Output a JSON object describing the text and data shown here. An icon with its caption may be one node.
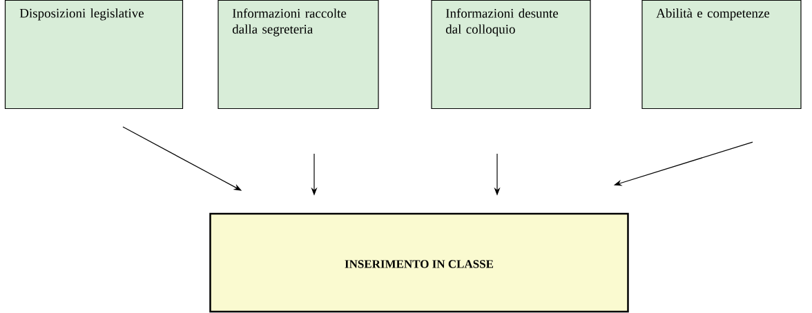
{
  "diagram": {
    "nodes": [
      {
        "text": [
          "Disposizioni legislative"
        ]
      },
      {
        "text": [
          "Informazioni raccolte dalla segreteria"
        ]
      },
      {
        "text": [
          "Informazioni desunte dal colloquio"
        ]
      },
      {
        "text": [
          "Abilità e competenze"
        ]
      },
      {
        "text": [
          "INSERIMENTO  IN CLASSE"
        ]
      }
    ],
    "edges": [
      {
        "from": 0,
        "to": 4,
        "arrow": "to"
      },
      {
        "from": 1,
        "to": 4,
        "arrow": "to"
      },
      {
        "from": 2,
        "to": 4,
        "arrow": "to"
      },
      {
        "from": 3,
        "to": 4,
        "arrow": "to"
      }
    ]
  }
}
